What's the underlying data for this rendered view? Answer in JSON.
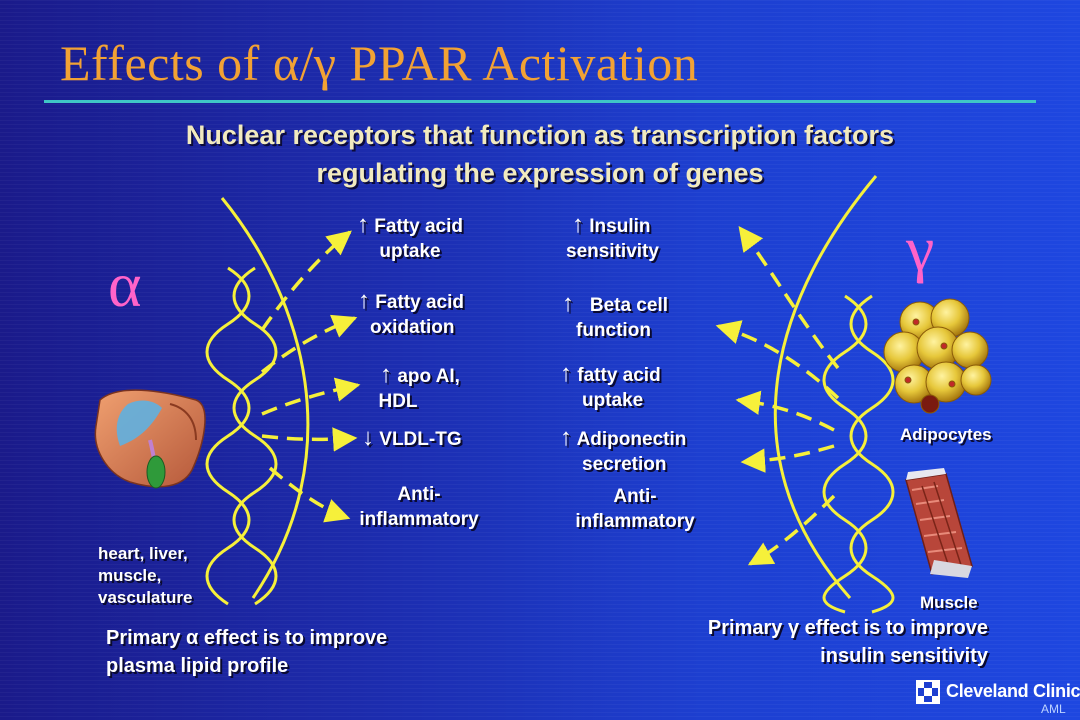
{
  "title": "Effects of α/γ PPAR Activation",
  "subtitle": [
    "Nuclear receptors that function as transcription factors",
    "regulating the expression of genes"
  ],
  "alpha": {
    "symbol": "α",
    "tissues": [
      "heart, liver,",
      "muscle,",
      "vasculature"
    ],
    "effects": [
      {
        "arrow": "↑",
        "lines": [
          "Fatty acid",
          "uptake"
        ]
      },
      {
        "arrow": "↑",
        "lines": [
          "Fatty acid",
          "oxidation"
        ]
      },
      {
        "arrow": "↑",
        "lines": [
          "apo AI,",
          "HDL"
        ]
      },
      {
        "arrow": "↓",
        "lines": [
          "VLDL-TG"
        ]
      },
      {
        "arrow": "",
        "lines": [
          "Anti-",
          "inflammatory"
        ]
      }
    ],
    "summary": [
      "Primary α effect is to improve",
      "plasma lipid profile"
    ]
  },
  "gamma": {
    "symbol": "γ",
    "tissues": [
      "Adipocytes",
      "Muscle"
    ],
    "effects": [
      {
        "arrow": "↑",
        "lines": [
          "Insulin",
          "sensitivity"
        ]
      },
      {
        "arrow": "↑",
        "lines": [
          "Beta cell",
          "function"
        ]
      },
      {
        "arrow": "↑",
        "lines": [
          "fatty acid",
          "uptake"
        ]
      },
      {
        "arrow": "↑",
        "lines": [
          "Adiponectin",
          "secretion"
        ]
      },
      {
        "arrow": "",
        "lines": [
          "Anti-",
          "inflammatory"
        ]
      }
    ],
    "summary": [
      "Primary γ effect is to improve",
      "insulin sensitivity"
    ]
  },
  "footer": {
    "brand": "Cleveland Clinic",
    "mark": "AML"
  },
  "colors": {
    "title": "#f2a234",
    "rule": "#3fc6c6",
    "greek": "#ff63c9",
    "arrows": "#f6f03a",
    "subtitle": "#f1eabf"
  }
}
